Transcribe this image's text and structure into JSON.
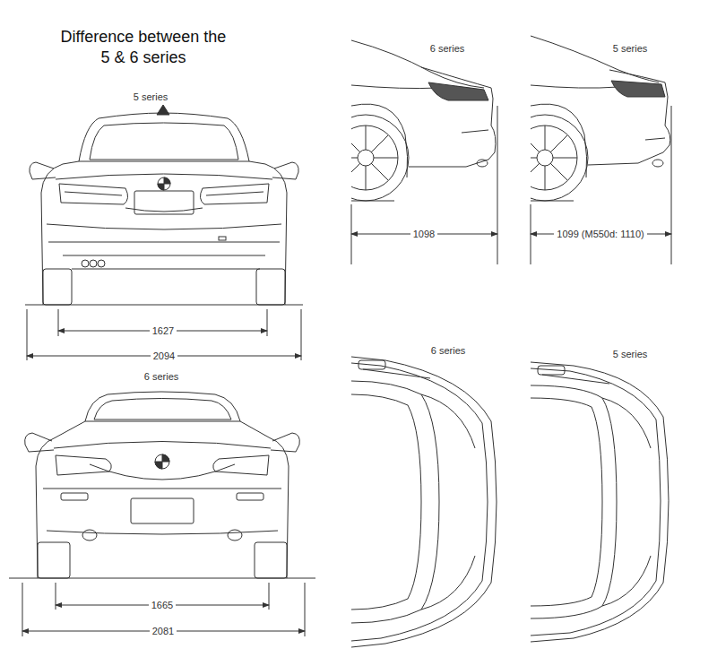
{
  "diagram": {
    "title": "Difference between the 5 & 6 series",
    "labels": [
      "5 series",
      "1627",
      "2094",
      "6 series",
      "1665",
      "2081",
      "6 series",
      "5 series",
      "1098",
      "1099 (M550d: 1110)",
      "6 series",
      "5 series"
    ]
  }
}
